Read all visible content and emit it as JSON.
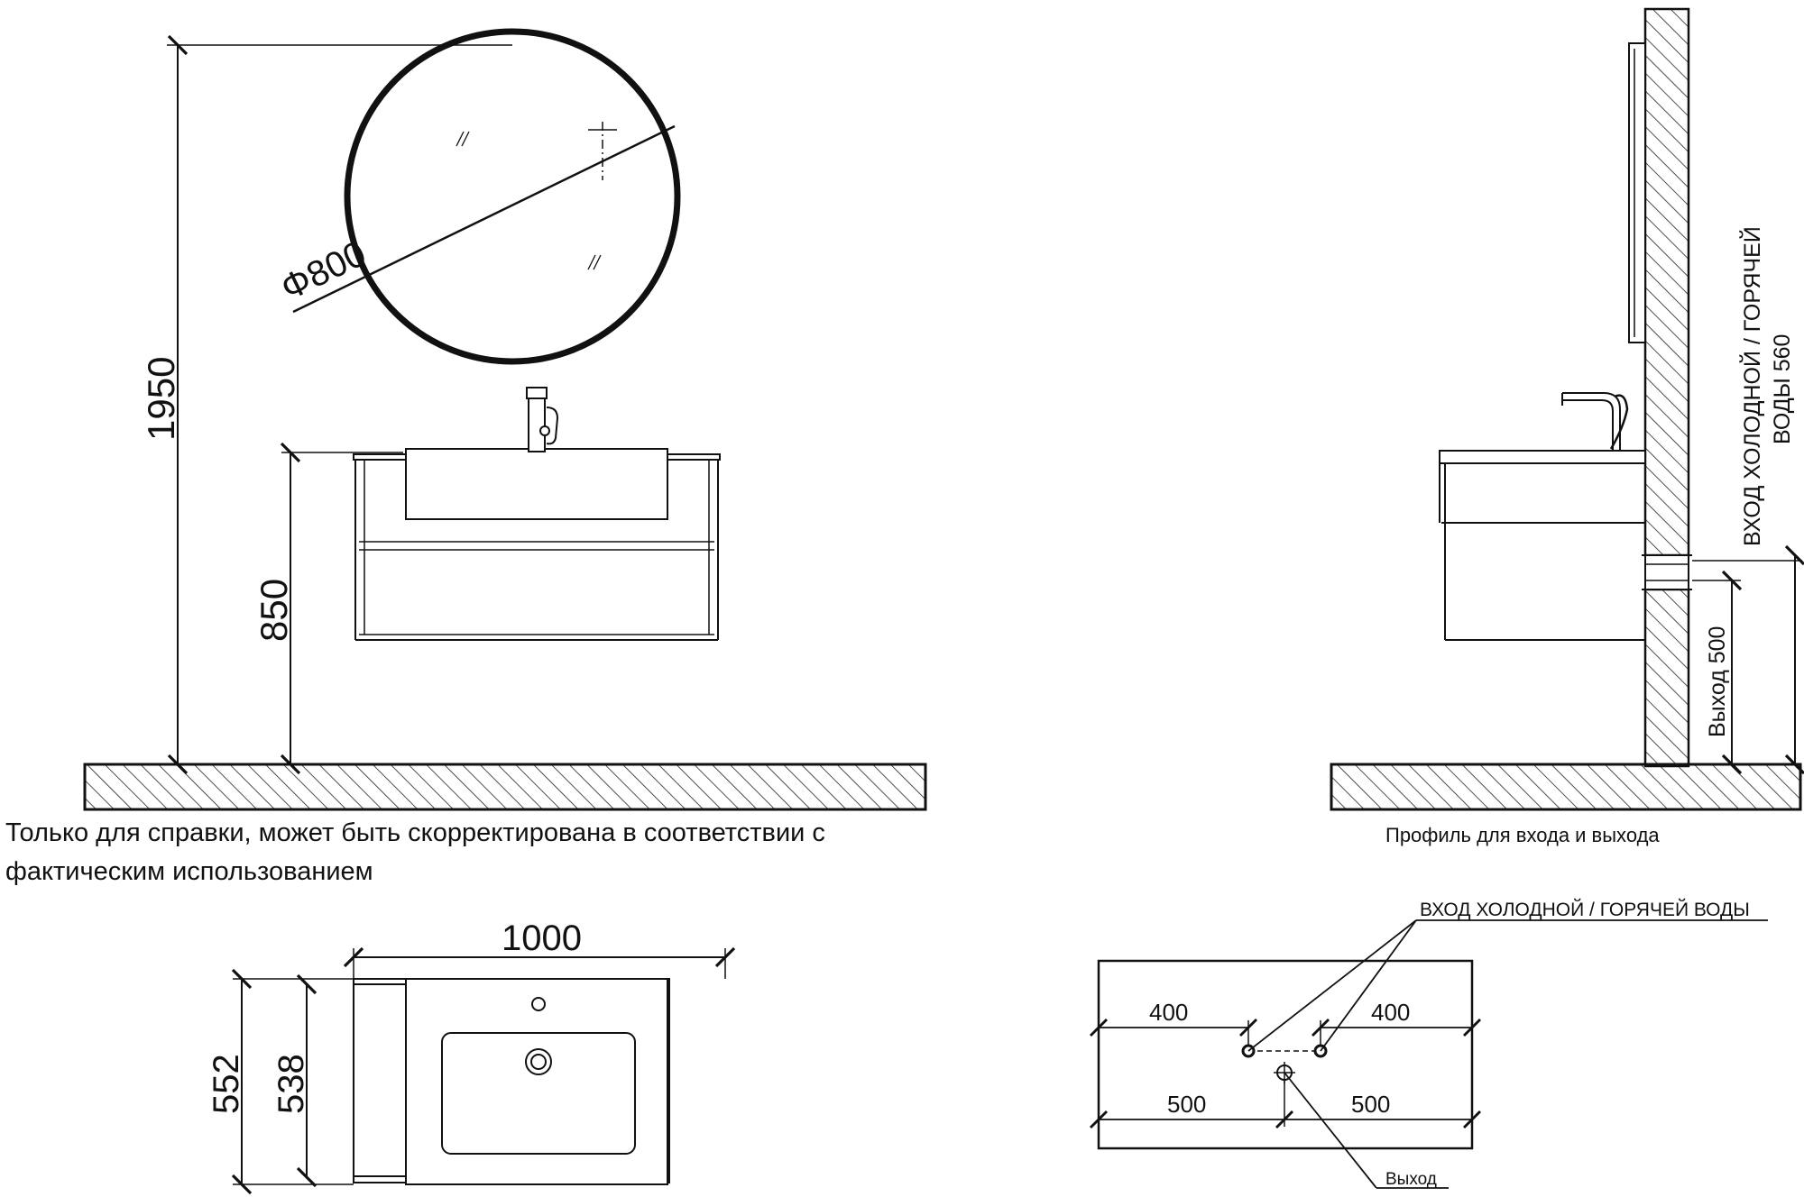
{
  "dimensions": {
    "mirror_diameter": "Φ800",
    "mirror_height": "1950",
    "counter_height": "850",
    "width": "1000",
    "depth_outer": "552",
    "depth_inner": "538",
    "left_inlet": "400",
    "right_inlet": "400",
    "left_half": "500",
    "right_half": "500"
  },
  "labels": {
    "inlet_vertical_line1": "ВХОД ХОЛОДНОЙ / ГОРЯЧЕЙ",
    "inlet_vertical_line2": "ВОДЫ  560",
    "outlet_vertical": "Выход  500",
    "inlet_top": "ВХОД ХОЛОДНОЙ / ГОРЯЧЕЙ ВОДЫ",
    "outlet_bottom": "Выход"
  },
  "notes": {
    "reference": "Только для справки, может быть скорректирована в соответствии с фактическим использованием",
    "profile": "Профиль для входа и выхода"
  }
}
